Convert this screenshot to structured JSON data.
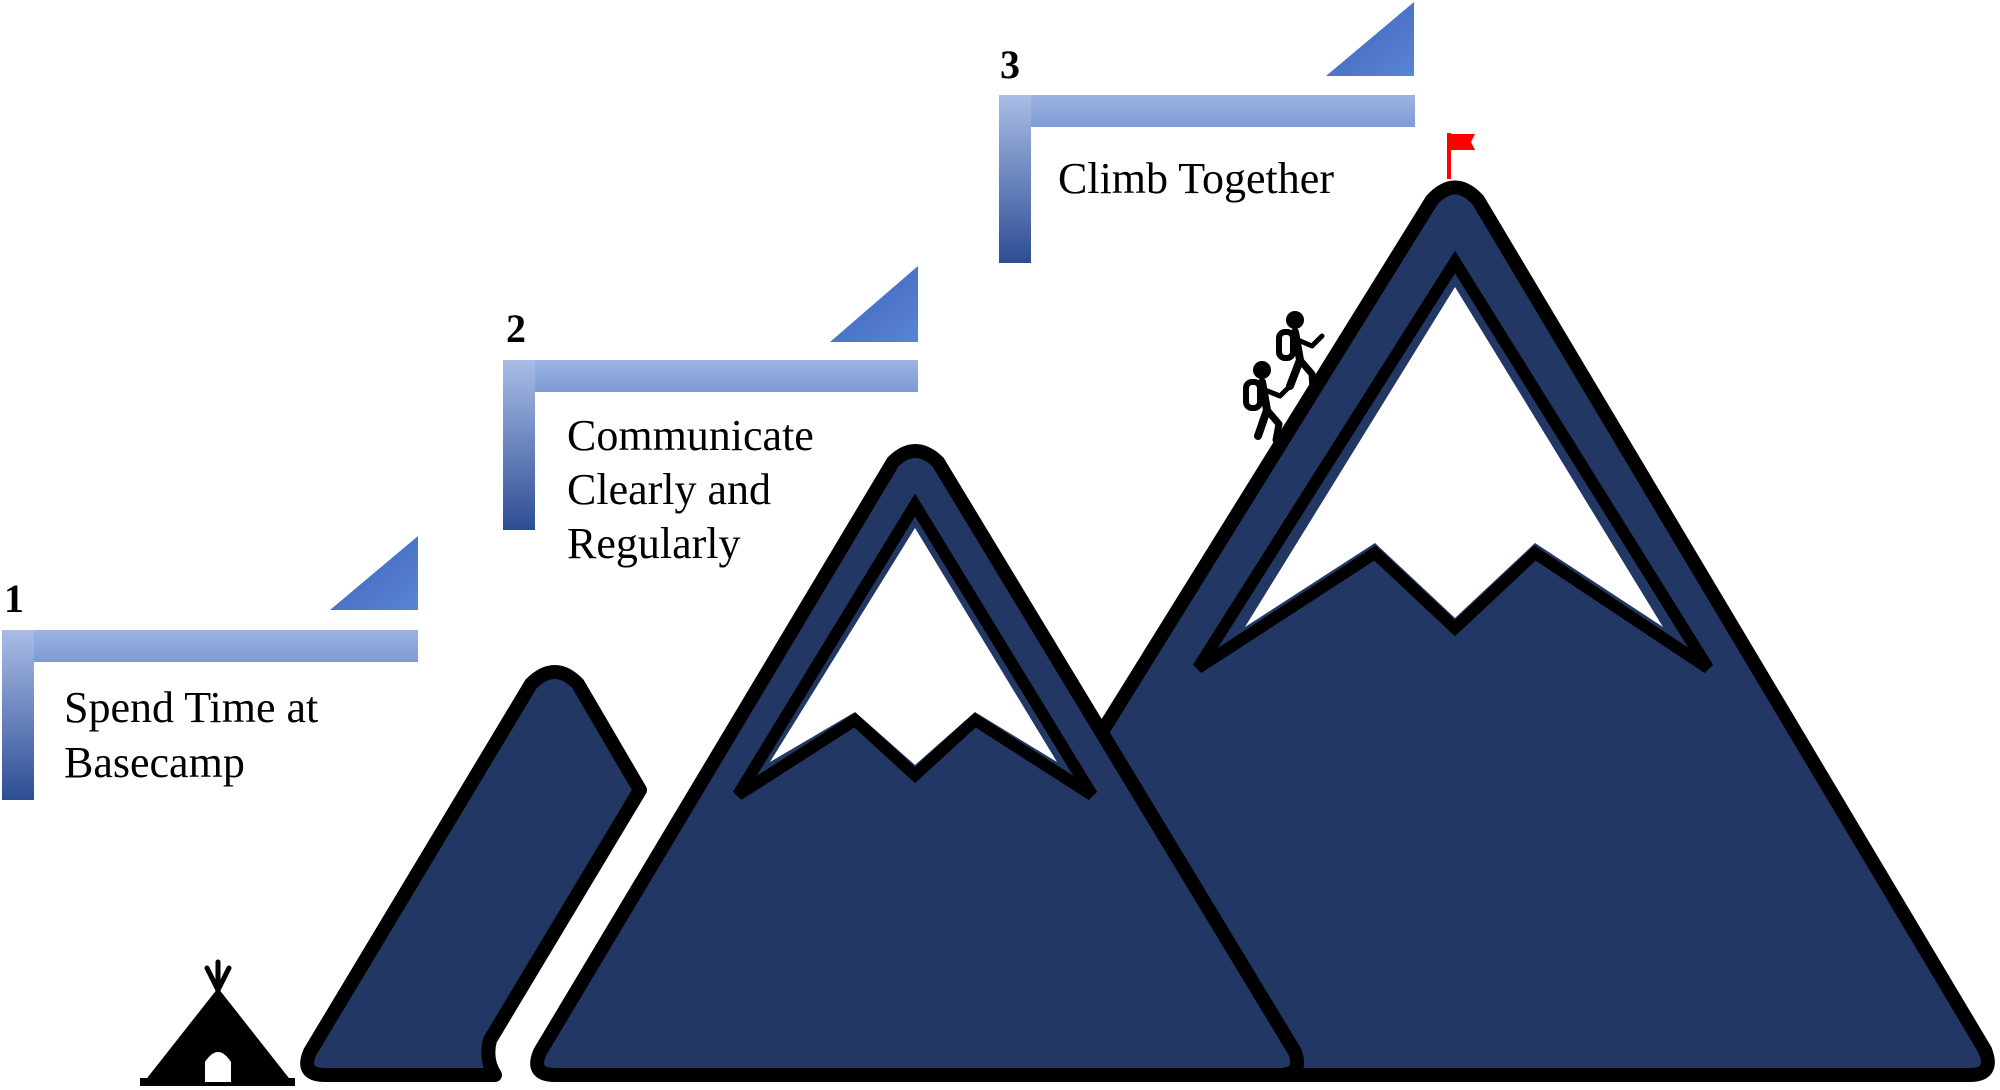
{
  "steps": [
    {
      "number": "1",
      "lines": [
        "Spend Time at",
        "Basecamp"
      ]
    },
    {
      "number": "2",
      "lines": [
        "Communicate",
        "Clearly and",
        "Regularly"
      ]
    },
    {
      "number": "3",
      "lines": [
        "Climb Together"
      ]
    }
  ],
  "icons": {
    "basecamp": "tent-icon",
    "climbers": "hikers-icon",
    "summit": "flag-icon"
  },
  "colors": {
    "mountain_fill": "#223763",
    "mountain_outline": "#000000",
    "snow": "#ffffff",
    "step_bar_light": "#8ea8dc",
    "step_bar_dark": "#2f4f96",
    "step_triangle": "#4a72c4",
    "flag": "#ff0000"
  }
}
